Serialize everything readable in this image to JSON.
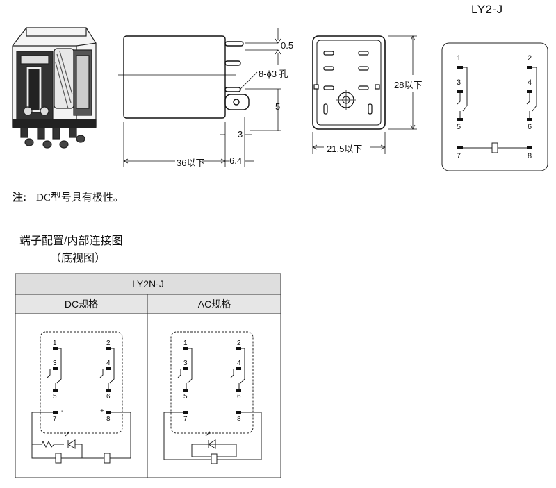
{
  "model": "LY2-J",
  "dimensions": {
    "pin_thickness": "0.5",
    "holes": "8-ϕ3 孔",
    "pin_offset": "5",
    "pin_pitch": "3",
    "body_length": "36以下",
    "pin_length": "6.4",
    "height": "28以下",
    "width": "21.5以下"
  },
  "terminals": [
    "1",
    "2",
    "3",
    "4",
    "5",
    "6",
    "7",
    "8"
  ],
  "note": {
    "label": "注:",
    "text": "DC型号具有极性。"
  },
  "section": {
    "title": "端子配置/内部连接图",
    "subtitle": "（底视图）"
  },
  "table": {
    "title": "LY2N-J",
    "dc_header": "DC规格",
    "ac_header": "AC规格",
    "minus_sign": "-",
    "plus_sign": "+"
  }
}
